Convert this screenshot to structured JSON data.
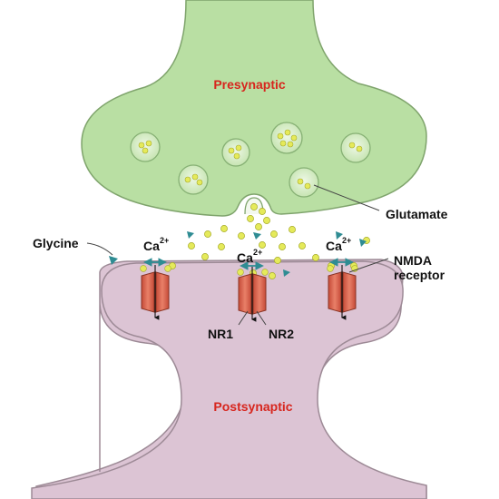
{
  "labels": {
    "presynaptic": "Presynaptic",
    "postsynaptic": "Postsynaptic",
    "glutamate": "Glutamate",
    "glycine": "Glycine",
    "nmda_line1": "NMDA",
    "nmda_line2": "receptor",
    "nr1": "NR1",
    "nr2": "NR2",
    "ca_base": "Ca",
    "ca_charge": "2+"
  },
  "colors": {
    "presynaptic_fill": "#b9dfa3",
    "presynaptic_stroke": "#7fa46c",
    "postsynaptic_fill": "#dcc4d4",
    "postsynaptic_stroke": "#9d8a96",
    "receptor": "#d9604c",
    "receptor_stroke": "#8a3424",
    "vesicle_fill": "#d5ecc4",
    "glutamate_dot": "#e5ea5a",
    "glycine_marker": "#2f8c93",
    "label_red": "#d7261e",
    "label_black": "#111111"
  },
  "icons": [
    "synaptic-vesicle",
    "nmda-receptor",
    "glycine-marker",
    "glutamate-molecule",
    "ion-flow-arrow"
  ]
}
